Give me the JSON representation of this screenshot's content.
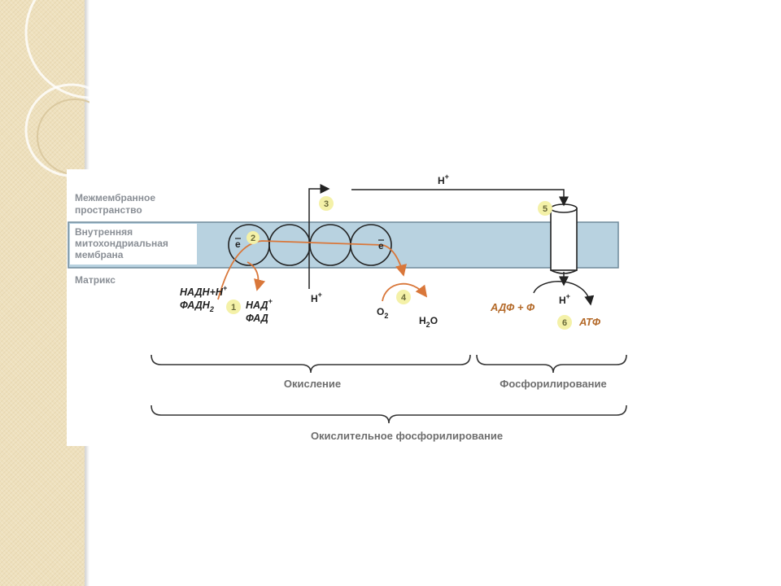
{
  "labels": {
    "intermembrane_1": "Межмембранное",
    "intermembrane_2": "пространство",
    "inner_membrane_1": "Внутренняя",
    "inner_membrane_2": "митохондриальная",
    "inner_membrane_3": "мембрана",
    "matrix": "Матрикс"
  },
  "species": {
    "nadh_main": "НАДН+Н",
    "nadh_sup": "+",
    "fadh_main": "ФАДН",
    "fadh_sub": "2",
    "nad_main": "НАД",
    "nad_sup": "+",
    "fad": "ФАД",
    "electron": "e",
    "h_main": "Н",
    "h_sup": "+",
    "o2_main": "O",
    "o2_sub": "2",
    "h2o_h": "H",
    "h2o_sub": "2",
    "h2o_o": "O",
    "adp": "АДФ + Ф",
    "atp": "АТФ"
  },
  "steps": [
    "1",
    "2",
    "3",
    "4",
    "5",
    "6"
  ],
  "braces": {
    "oxidation": "Окисление",
    "phosphorylation": "Фосфорилирование",
    "oxidative_phosphorylation": "Окислительное фосфорилирование"
  },
  "colors": {
    "membrane": "#b8d2e0",
    "arrow_orange": "#d9773a",
    "step_circle": "#f4f1a8",
    "panel": "#eee0bd"
  }
}
